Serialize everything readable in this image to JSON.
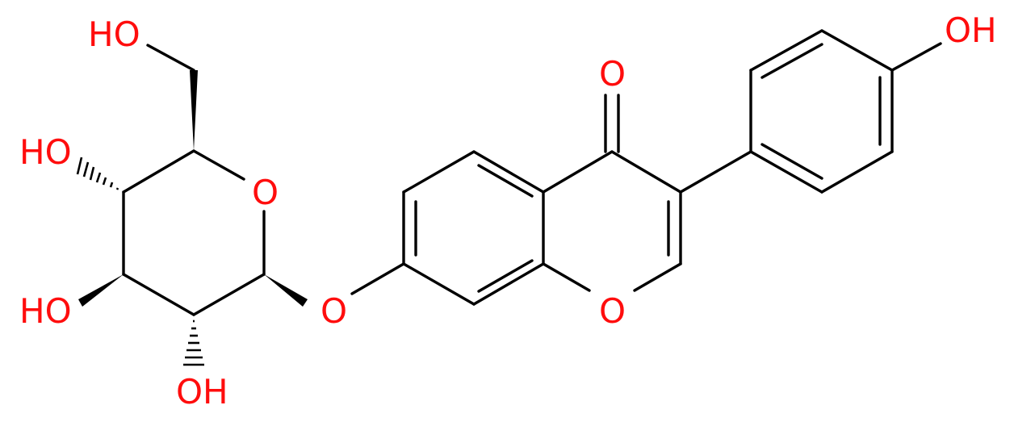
{
  "molecule": {
    "atoms": {
      "ho_top_left": "HO",
      "ho_left_upper": "HO",
      "ho_left_lower": "HO",
      "oh_bottom": "OH",
      "oh_top_right": "OH",
      "ring_oxygen_sugar": "O",
      "glycosidic_oxygen": "O",
      "carbonyl_oxygen": "O",
      "chromone_ring_oxygen": "O"
    }
  },
  "colors": {
    "bond": "#000000",
    "oxygen": "#ff0d0d",
    "background": "#ffffff"
  }
}
